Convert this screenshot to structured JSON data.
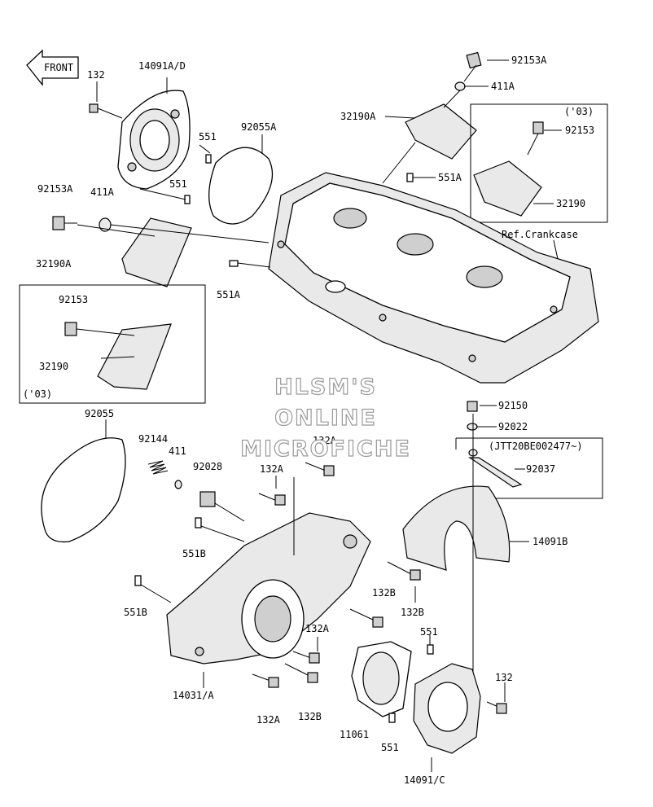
{
  "front_badge": "FRONT",
  "watermark": [
    "HLSM'S",
    "ONLINE",
    "MICROFICHE"
  ],
  "labels": {
    "l_132_tl": "132",
    "l_14091ad": "14091A/D",
    "l_551_a": "551",
    "l_551_b": "551",
    "l_92055a": "92055A",
    "l_92153a_l": "92153A",
    "l_411a_l": "411A",
    "l_32190a_l": "32190A",
    "l_92153a_r": "92153A",
    "l_411a_r": "411A",
    "l_32190a_r": "32190A",
    "l_03_r": "('03)",
    "l_92153_r": "92153",
    "l_551a_r": "551A",
    "l_32190_r": "32190",
    "l_refcrank": "Ref.Crankcase",
    "l_551a_l": "551A",
    "l_92153_l": "92153",
    "l_32190_l": "32190",
    "l_03_l": "('03)",
    "l_92055": "92055",
    "l_92144": "92144",
    "l_411": "411",
    "l_92028": "92028",
    "l_132a_1": "132A",
    "l_132a_2": "132A",
    "l_551b_1": "551B",
    "l_551b_2": "551B",
    "l_92150": "92150",
    "l_92022": "92022",
    "l_jtt": "(JTT20BE002477~)",
    "l_92037": "92037",
    "l_14091b": "14091B",
    "l_132b_1": "132B",
    "l_132b_2": "132B",
    "l_132a_3": "132A",
    "l_551_c": "551",
    "l_132_br": "132",
    "l_14031a": "14031/A",
    "l_132a_4": "132A",
    "l_132b_3": "132B",
    "l_11061": "11061",
    "l_551_d": "551",
    "l_14091c": "14091/C"
  }
}
